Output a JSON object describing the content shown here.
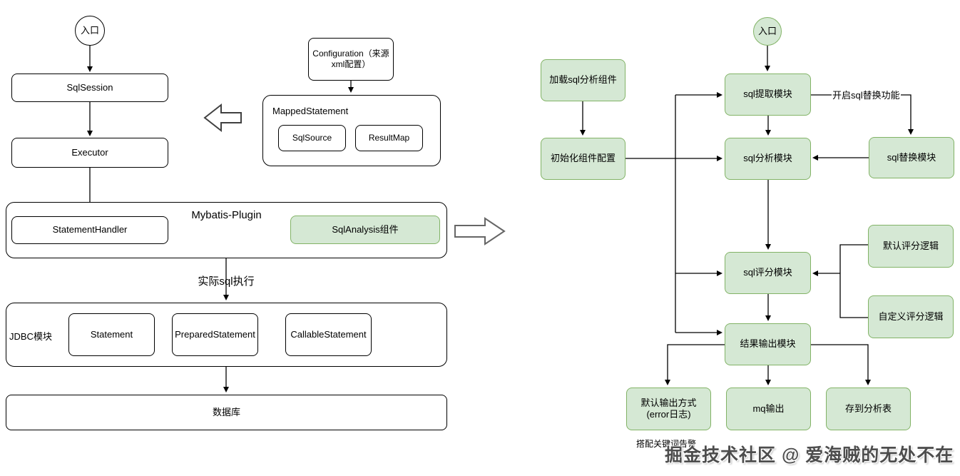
{
  "left": {
    "entry_label": "入口",
    "sqlsession": "SqlSession",
    "executor": "Executor",
    "plugin_title": "Mybatis-Plugin",
    "statement_handler": "StatementHandler",
    "sqlanalysis_component": "SqlAnalysis组件",
    "actual_sql_exec_label": "实际sql执行",
    "jdbc_module_label": "JDBC模块",
    "statement": "Statement",
    "prepared_statement": "PreparedStatement",
    "callable_statement": "CallableStatement",
    "database": "数据库",
    "configuration_line1": "Configuration（来源",
    "configuration_line2": "xml配置）",
    "mapped_statement": "MappedStatement",
    "sql_source": "SqlSource",
    "result_map": "ResultMap"
  },
  "right": {
    "entry_label": "入口",
    "load_sql_component": "加载sql分析组件",
    "init_component_config": "初始化组件配置",
    "sql_extract_module": "sql提取模块",
    "sql_analyze_module": "sql分析模块",
    "sql_replace_module": "sql替换模块",
    "enable_sql_replace_label": "开启sql替换功能",
    "sql_score_module": "sql评分模块",
    "default_score_logic": "默认评分逻辑",
    "custom_score_logic": "自定义评分逻辑",
    "result_output_module": "结果输出模块",
    "default_output_line1": "默认输出方式",
    "default_output_line2": "(error日志)",
    "mq_output": "mq输出",
    "save_to_analysis_table": "存到分析表",
    "keyword_alert_label": "搭配关键词告警"
  },
  "watermark": "掘金技术社区 @ 爱海贼的无处不在",
  "colors": {
    "green_fill": "#d5e8d4",
    "green_border": "#82b366",
    "line": "#000000",
    "watermark": "#4d4d4d"
  }
}
